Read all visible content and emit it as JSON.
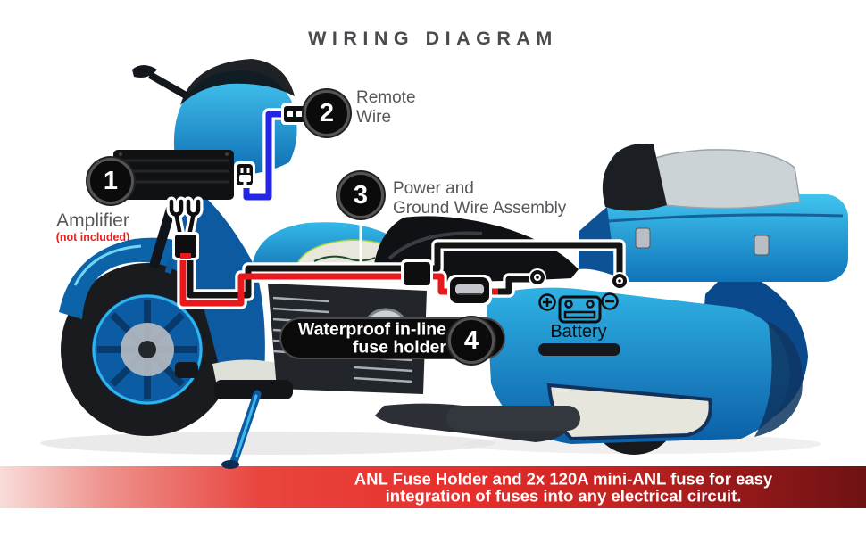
{
  "title": "WIRING DIAGRAM",
  "callouts": {
    "amplifier": {
      "number": "1",
      "label": "Amplifier",
      "note": "(not included)"
    },
    "remote_wire": {
      "number": "2",
      "label_line1": "Remote",
      "label_line2": "Wire"
    },
    "power_ground": {
      "number": "3",
      "label_line1": "Power and",
      "label_line2": "Ground Wire Assembly"
    },
    "fuse_holder": {
      "number": "4",
      "label_line1": "Waterproof in-line",
      "label_line2": "fuse holder"
    }
  },
  "battery": {
    "label": "Battery",
    "plus_symbol": "+",
    "minus_symbol": "−"
  },
  "banner": {
    "text_line1": "ANL Fuse Holder and 2x 120A mini-ANL fuse for easy",
    "text_line2": "integration of fuses into any electrical circuit."
  },
  "colors": {
    "power_wire_red": "#e8191d",
    "ground_wire_black": "#141414",
    "remote_wire_blue": "#2525e8",
    "banner_red": "#e62e2b",
    "banner_dark_red": "#6e1213",
    "callout_text_gray": "#57585b",
    "not_included_red": "#e8211f"
  }
}
